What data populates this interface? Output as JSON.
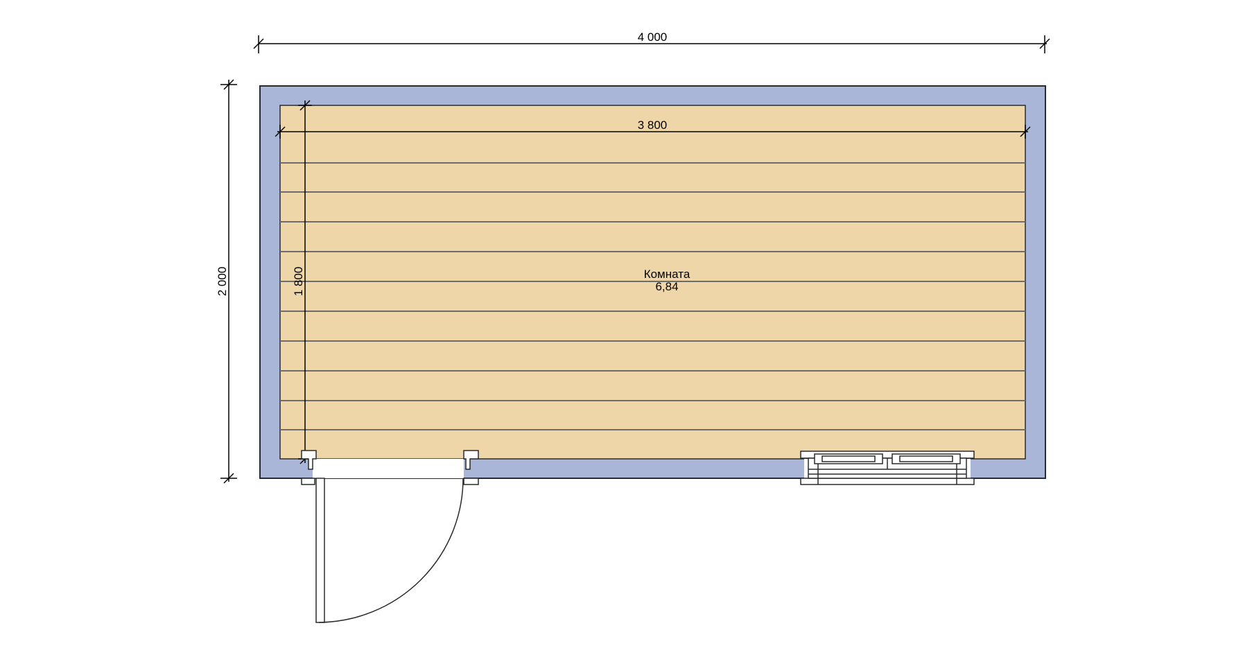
{
  "dimensions": {
    "outer_width": "4 000",
    "outer_height": "2 000",
    "inner_width": "3 800",
    "inner_height": "1 800"
  },
  "room": {
    "name": "Комната",
    "area": "6,84"
  },
  "colors": {
    "wall": "#aab6d8",
    "floor": "#efd6a8",
    "plank_line": "#6c6c6c",
    "outline": "#2a2a2a"
  }
}
